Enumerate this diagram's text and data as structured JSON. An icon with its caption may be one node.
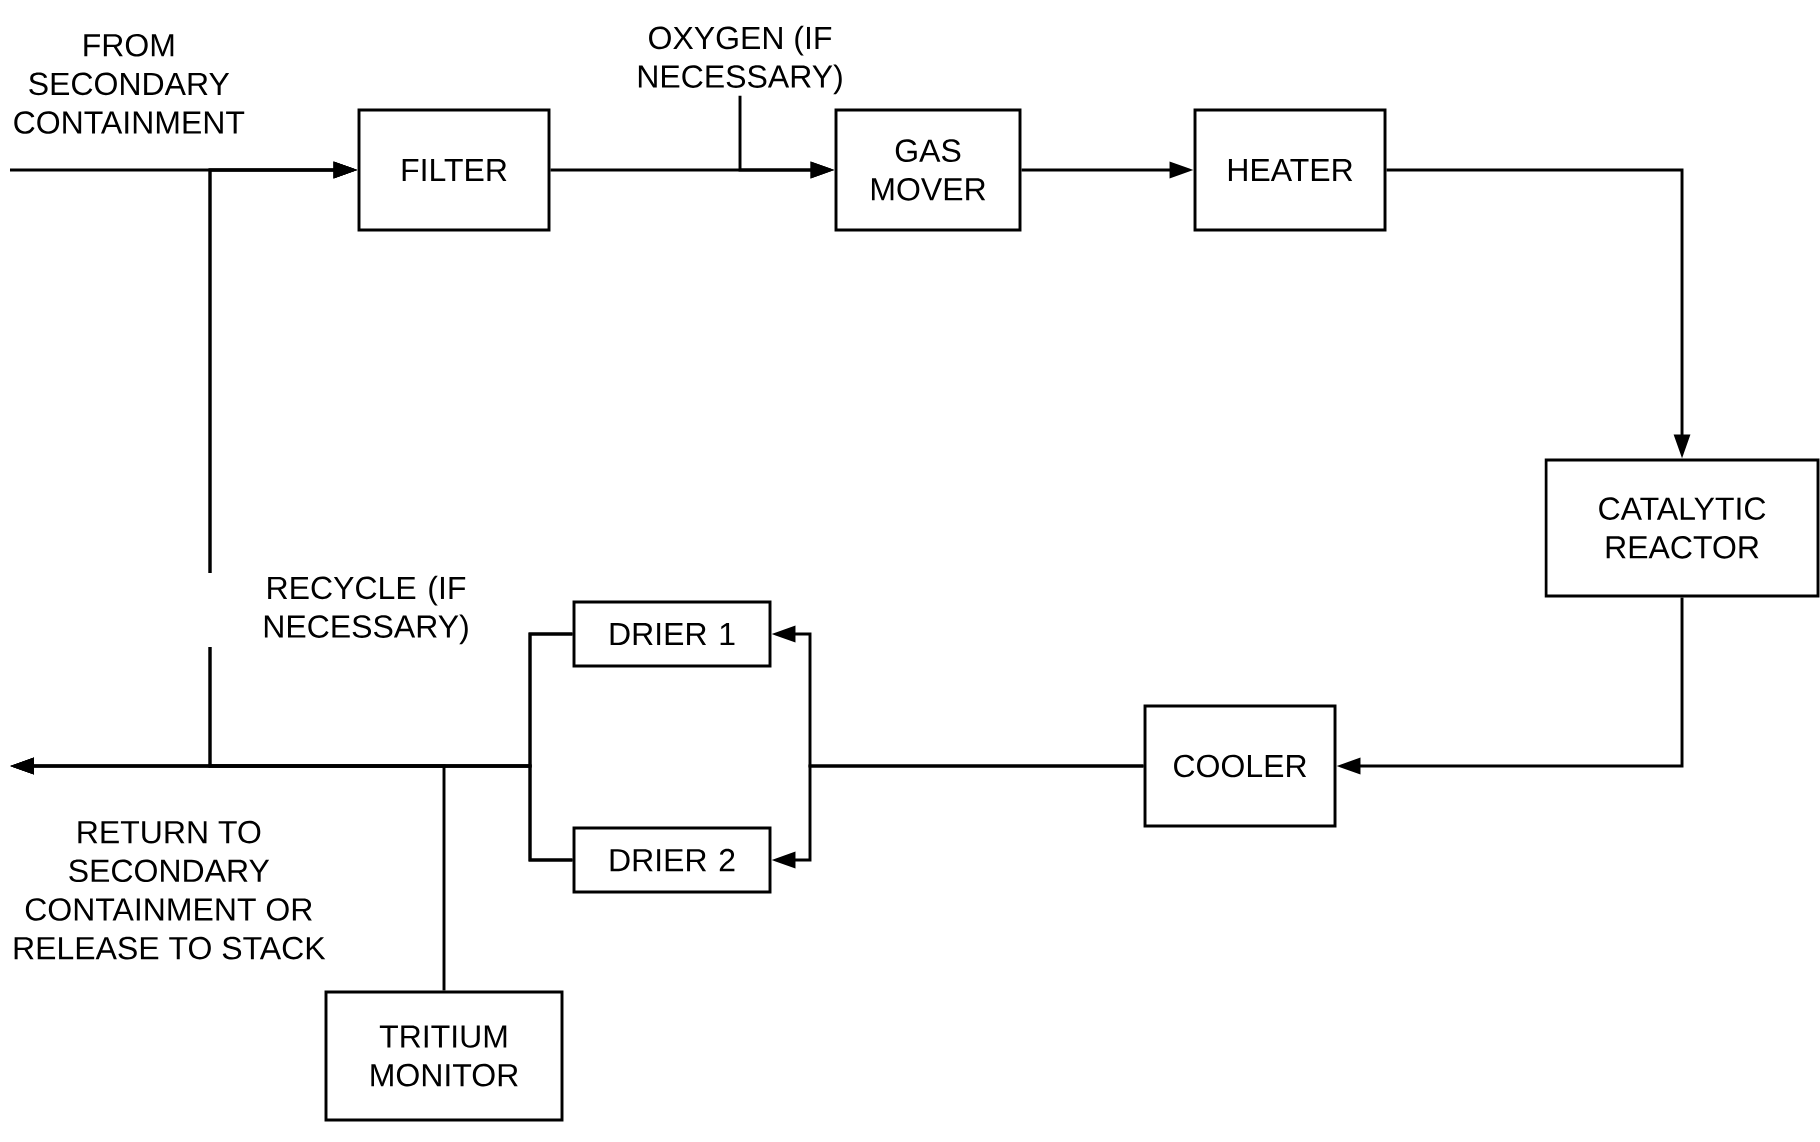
{
  "diagram": {
    "nodes": [
      {
        "text": [
          "FILTER"
        ]
      },
      {
        "text": [
          "GAS MOVER"
        ]
      },
      {
        "text": [
          "HEATER"
        ]
      },
      {
        "text": [
          "CATALYTIC REACTOR"
        ]
      },
      {
        "text": [
          "COOLER"
        ]
      },
      {
        "text": [
          "DRIER 1"
        ]
      },
      {
        "text": [
          "DRIER 2"
        ]
      },
      {
        "text": [
          "TRITIUM MONITOR"
        ]
      },
      {
        "text": [
          "FROM SECONDARY CONTAINMENT"
        ]
      },
      {
        "text": [
          "OXYGEN (IF NECESSARY)"
        ]
      },
      {
        "text": [
          "RETURN TO SECONDARY CONTAINMENT OR RELEASE TO STACK"
        ]
      }
    ],
    "edges": [
      {
        "from": 8,
        "to": 0,
        "arrow": "to"
      },
      {
        "from": 0,
        "to": 1,
        "arrow": "to"
      },
      {
        "from": 9,
        "to": 1,
        "arrow": "to"
      },
      {
        "from": 1,
        "to": 2,
        "arrow": "to"
      },
      {
        "from": 2,
        "to": 3,
        "arrow": "to"
      },
      {
        "from": 3,
        "to": 4,
        "arrow": "to"
      },
      {
        "from": 4,
        "to": 5,
        "arrow": "to"
      },
      {
        "from": 4,
        "to": 6,
        "arrow": "to"
      },
      {
        "from": 5,
        "to": 10,
        "arrow": "to"
      },
      {
        "from": 6,
        "to": 10,
        "arrow": "to"
      },
      {
        "from": 5,
        "to": 0,
        "arrow": "to",
        "label": "RECYCLE (IF NECESSARY)"
      },
      {
        "from": 6,
        "to": 0,
        "arrow": "to"
      },
      {
        "from": 7,
        "to": 10,
        "arrow": "to"
      }
    ]
  }
}
